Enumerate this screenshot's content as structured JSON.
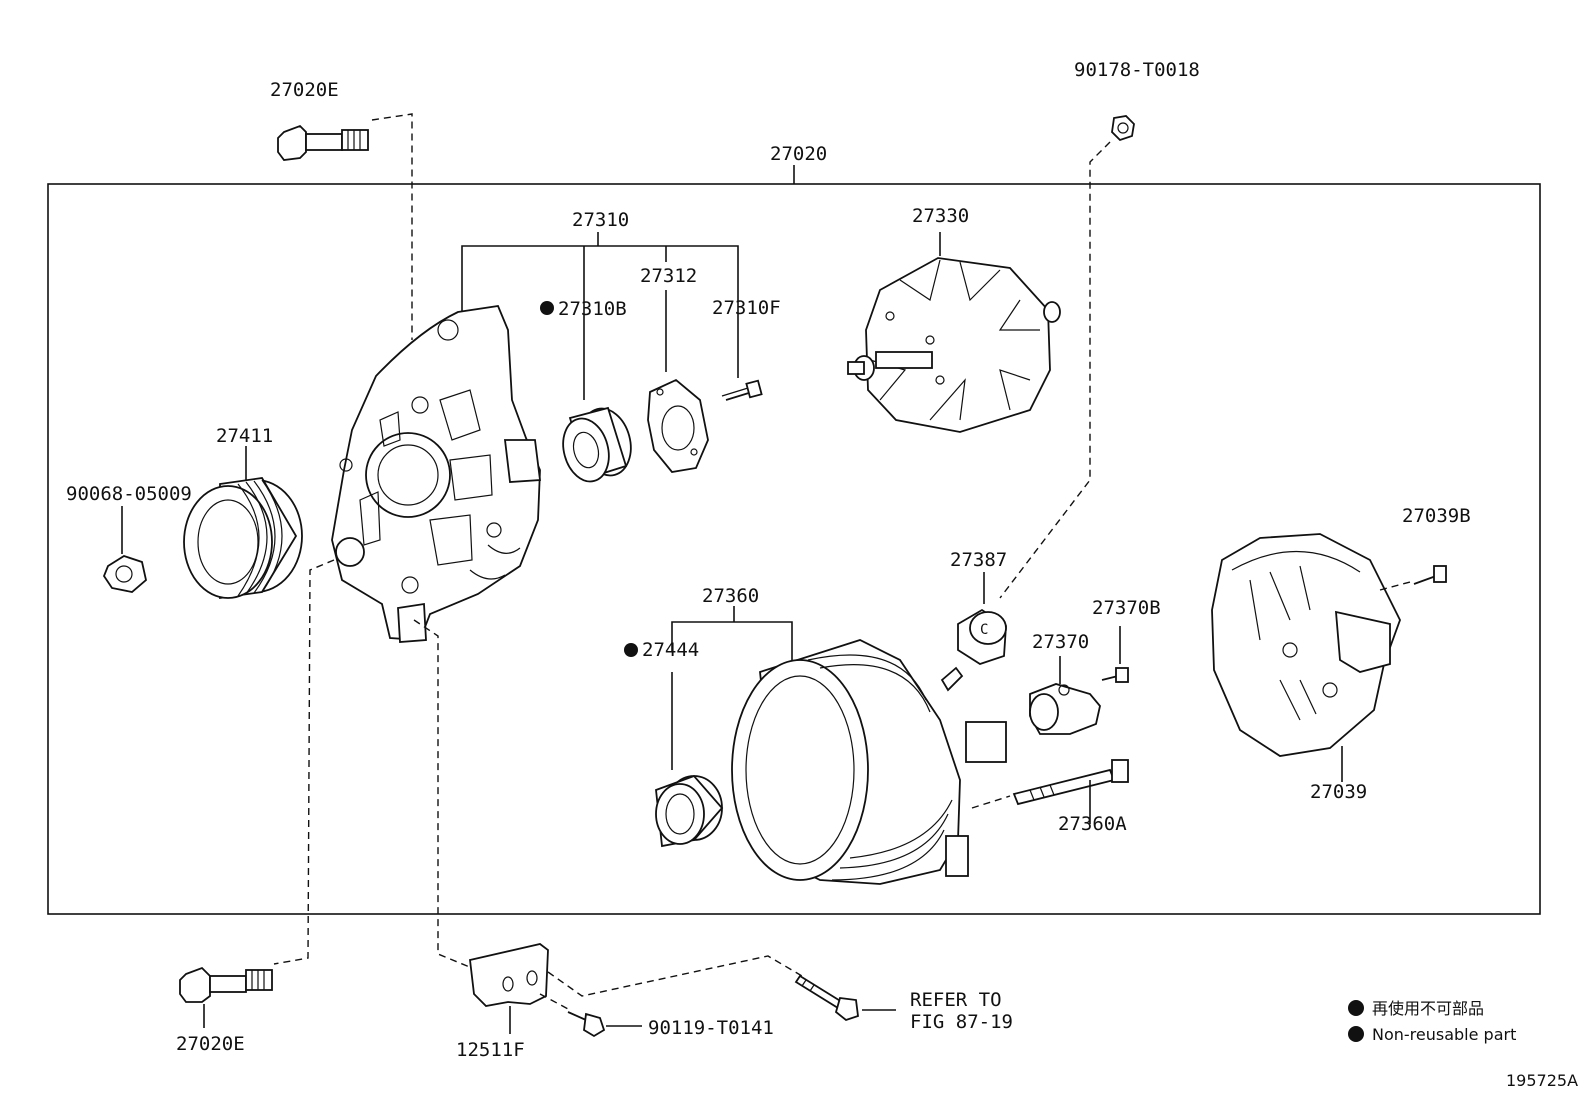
{
  "parts": {
    "p27020E_top": "27020E",
    "p27020": "27020",
    "p90178": "90178-T0018",
    "p27310": "27310",
    "p27310B": "27310B",
    "p27312": "27312",
    "p27310F": "27310F",
    "p27330": "27330",
    "p27411": "27411",
    "p90068": "90068-05009",
    "p27387": "27387",
    "p27039B": "27039B",
    "p27360": "27360",
    "p27444": "27444",
    "p27370B": "27370B",
    "p27370": "27370",
    "p27360A": "27360A",
    "p27039": "27039",
    "p27020E_bottom": "27020E",
    "p12511F": "12511F",
    "p90119": "90119-T0141"
  },
  "refer": {
    "line1": "REFER TO",
    "line2": "FIG 87-19"
  },
  "legend": {
    "japanese": "再使用不可部品",
    "english": "Non-reusable part"
  },
  "figure_id": "195725A"
}
